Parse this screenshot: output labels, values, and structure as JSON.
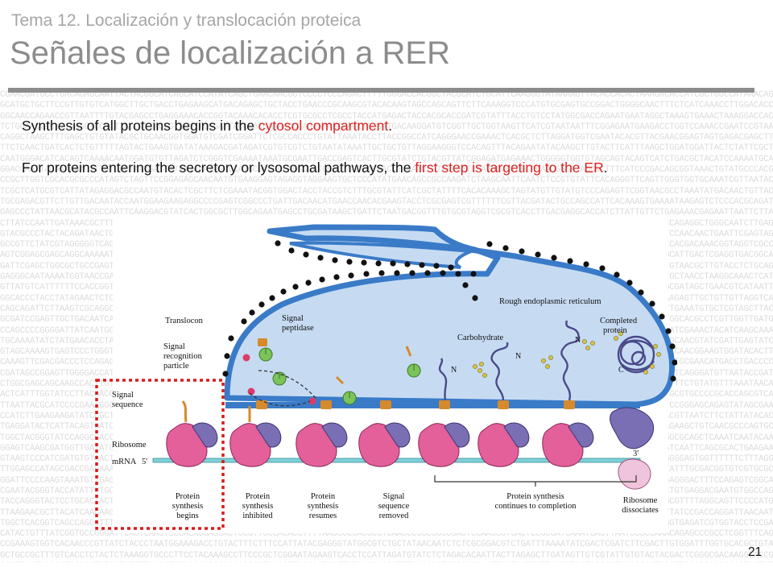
{
  "slide": {
    "subtitle": "Tema 12. Localización y translocación proteica",
    "title": "Señales de localización a RER",
    "page_number": "21"
  },
  "paragraph1": {
    "before": "Synthesis of all proteins begins in the ",
    "highlight": "cytosol compartment",
    "after": "."
  },
  "paragraph2": {
    "before": "For proteins entering the secretory or lysosomal pathways, the ",
    "highlight": "first step is targeting to the ER",
    "after": "."
  },
  "figure": {
    "label_rer": "Rough endoplasmic reticulum",
    "label_translocon": "Translocon",
    "label_signal_peptidase_1": "Signal",
    "label_signal_peptidase_2": "peptidase",
    "label_srp_1": "Signal",
    "label_srp_2": "recognition",
    "label_srp_3": "particle",
    "label_signal_seq_1": "Signal",
    "label_signal_seq_2": "sequence",
    "label_ribosome": "Ribosome",
    "label_mrna": "mRNA",
    "label_5prime": "5'",
    "label_3prime": "3'",
    "label_carbohydrate": "Carbohydrate",
    "label_completed_1": "Completed",
    "label_completed_2": "protein",
    "label_n": "N",
    "label_c": "C",
    "stage1_a": "Protein",
    "stage1_b": "synthesis",
    "stage1_c": "begins",
    "stage2_a": "Protein",
    "stage2_b": "synthesis",
    "stage2_c": "inhibited",
    "stage3_a": "Protein",
    "stage3_b": "synthesis",
    "stage3_c": "resumes",
    "stage4_a": "Signal",
    "stage4_b": "sequence",
    "stage4_c": "removed",
    "stage5_a": "Protein synthesis",
    "stage5_b": "continues to completion",
    "stage6_a": "Ribosome",
    "stage6_b": "dissociates"
  },
  "colors": {
    "title_gray": "#8c8c8c",
    "subtitle_gray": "#a6a6a6",
    "highlight_red": "#dd2222",
    "er_fill": "#c3d9f1",
    "er_membrane": "#3a7bc8",
    "ribosome_large": "#e4609a",
    "ribosome_small": "#7a6fb4",
    "mrna": "#7fd0d8",
    "highlight_box": "#d81c1c"
  }
}
